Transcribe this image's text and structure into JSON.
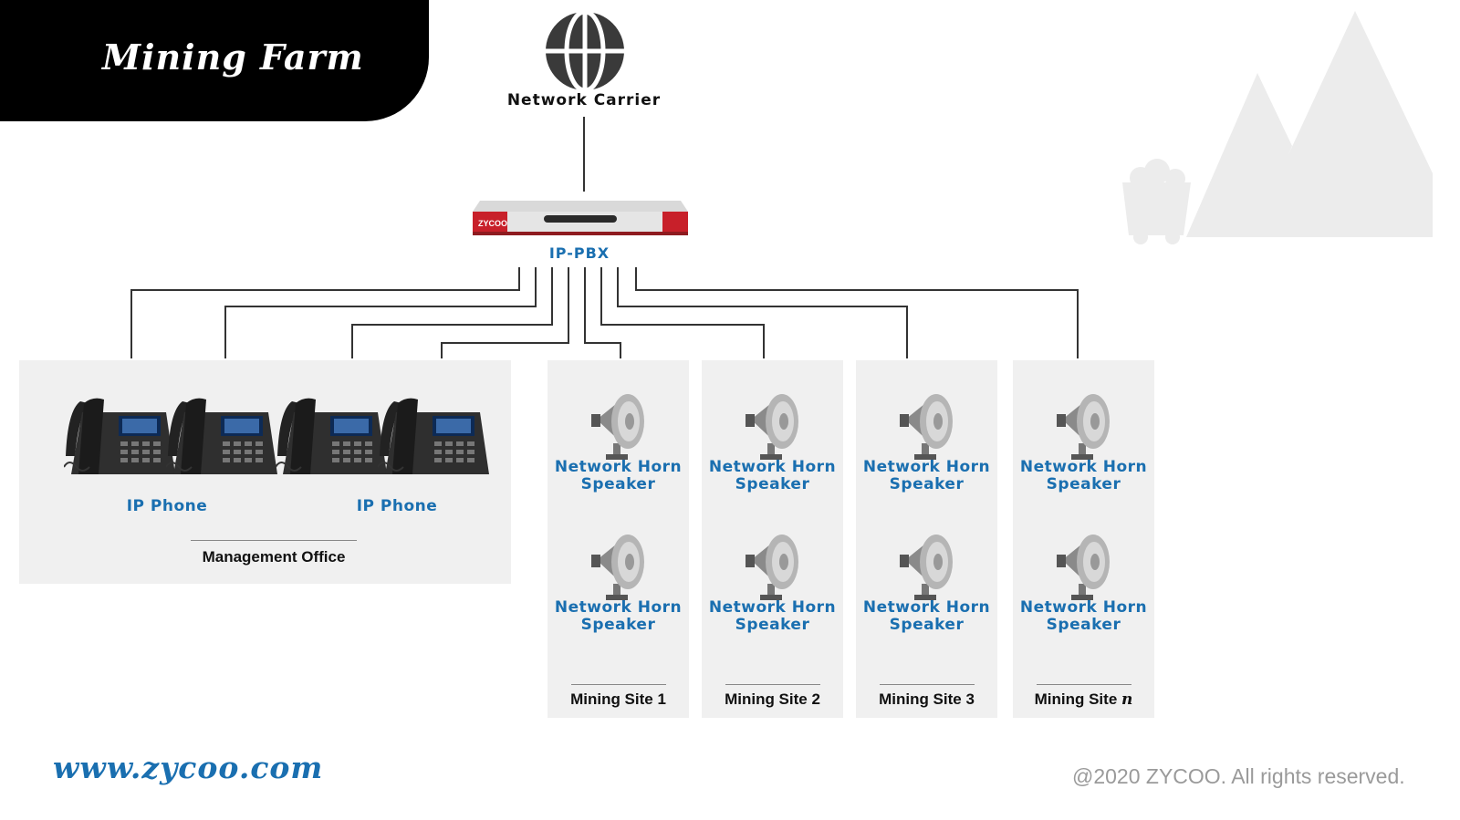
{
  "header": {
    "title": "Mining Farm"
  },
  "nodes": {
    "carrier_label": "Network Carrier",
    "pbx_label": "IP-PBX"
  },
  "office": {
    "phone_labels": [
      "IP Phone",
      "IP Phone"
    ],
    "title": "Management Office"
  },
  "sites": [
    {
      "name": "Mining Site 1",
      "speakers": [
        "Network Horn\nSpeaker",
        "Network Horn\nSpeaker"
      ]
    },
    {
      "name": "Mining Site 2",
      "speakers": [
        "Network Horn\nSpeaker",
        "Network Horn\nSpeaker"
      ]
    },
    {
      "name": "Mining Site 3",
      "speakers": [
        "Network Horn\nSpeaker",
        "Network Horn\nSpeaker"
      ]
    },
    {
      "name_prefix": "Mining Site ",
      "name_suffix": "n",
      "speakers": [
        "Network Horn\nSpeaker",
        "Network Horn\nSpeaker"
      ]
    }
  ],
  "footer": {
    "url": "www.zycoo.com",
    "copyright": "@2020 ZYCOO. All rights reserved."
  },
  "colors": {
    "accent": "#1a6fb0",
    "pbx_red": "#c8202a",
    "header_bg": "#000000",
    "panel_bg": "#f0f0f0"
  },
  "icons": [
    "globe-icon",
    "ip-pbx-device",
    "ip-phone-icon",
    "horn-speaker-icon",
    "mine-cart-icon",
    "mountain-icon"
  ]
}
